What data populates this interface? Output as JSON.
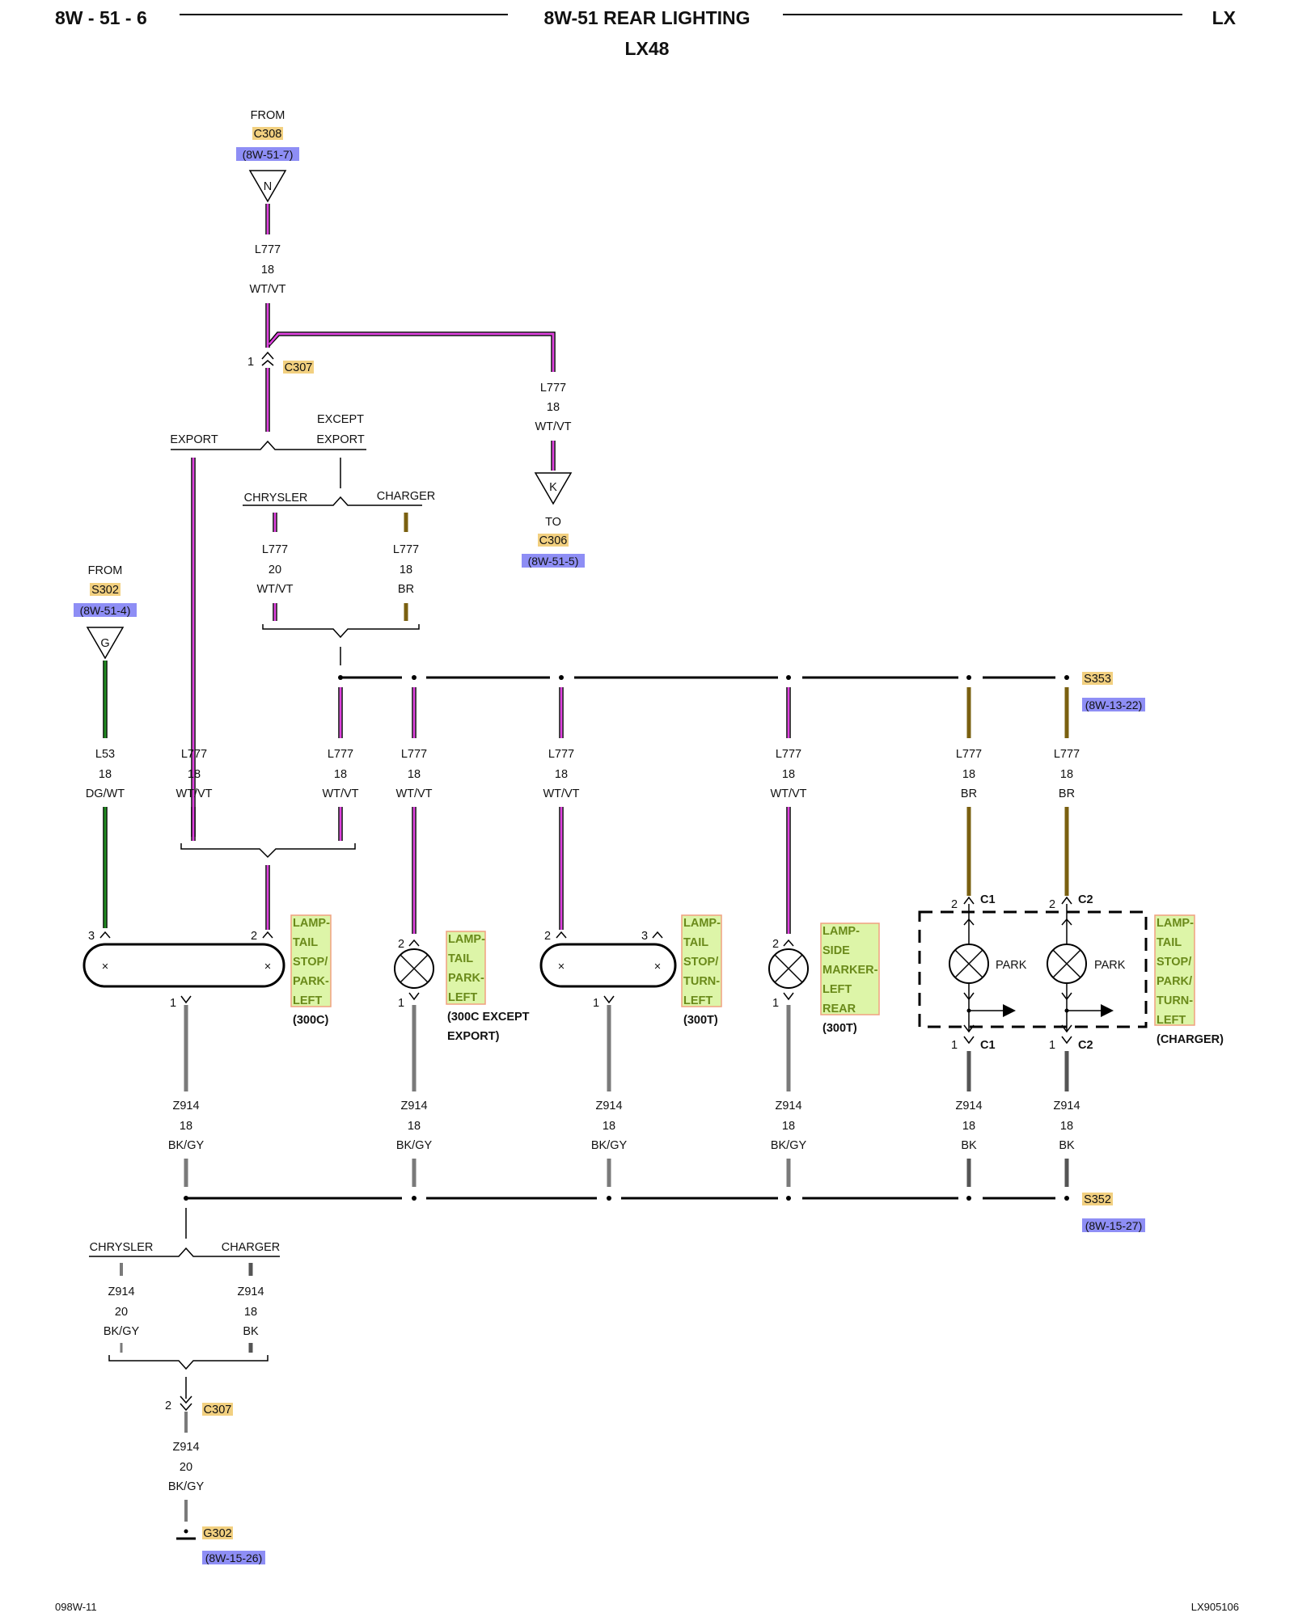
{
  "header": {
    "page_code": "8W - 51 - 6",
    "title": "8W-51 REAR LIGHTING",
    "subtitle": "LX48",
    "model": "LX"
  },
  "footer": {
    "left": "098W-11",
    "right": "LX905106"
  },
  "colors": {
    "wt_vt": "#e040e0",
    "br": "#7a6010",
    "dg_wt": "#228b22",
    "bk_gy": "#7a7a7a",
    "connector_highlight": "#f2d080",
    "ref_highlight": "#8e8ef5",
    "component_box": "#ddf5a8",
    "component_border": "#f0a080"
  },
  "labels": {
    "from": "FROM",
    "to": "TO",
    "export": "EXPORT",
    "except": "EXCEPT",
    "chrysler": "CHRYSLER",
    "charger": "CHARGER",
    "park": "PARK"
  },
  "connectors": {
    "c308": "C308",
    "c308_ref": "(8W-51-7)",
    "n": "N",
    "c307": "C307",
    "c307_pin1": "1",
    "c307_pin2": "2",
    "c306": "C306",
    "c306_ref": "(8W-51-5)",
    "k": "K",
    "s302": "S302",
    "s302_ref": "(8W-51-4)",
    "g": "G",
    "s353": "S353",
    "s353_ref": "(8W-13-22)",
    "s352": "S352",
    "s352_ref": "(8W-15-27)",
    "g302": "G302",
    "g302_ref": "(8W-15-26)",
    "c1": "C1",
    "c2": "C2"
  },
  "wires": {
    "l777": "L777",
    "l53": "L53",
    "z914": "Z914",
    "g18": "18",
    "g20": "20",
    "wt_vt": "WT/VT",
    "br": "BR",
    "dg_wt": "DG/WT",
    "bk_gy": "BK/GY",
    "bk": "BK"
  },
  "pins": {
    "p1": "1",
    "p2": "2",
    "p3": "3"
  },
  "components": {
    "tail_stop_park": [
      "LAMP-",
      "TAIL",
      "STOP/",
      "PARK-",
      "LEFT"
    ],
    "tail_stop_park_note": "(300C)",
    "tail_park": [
      "LAMP-",
      "TAIL",
      "PARK-",
      "LEFT"
    ],
    "tail_park_note": [
      "(300C EXCEPT",
      "EXPORT)"
    ],
    "tail_stop_turn": [
      "LAMP-",
      "TAIL",
      "STOP/",
      "TURN-",
      "LEFT"
    ],
    "tail_stop_turn_note": "(300T)",
    "side_marker": [
      "LAMP-",
      "SIDE",
      "MARKER-",
      "LEFT",
      "REAR"
    ],
    "side_marker_note": "(300T)",
    "charger_lamp": [
      "LAMP-",
      "TAIL",
      "STOP/",
      "PARK/",
      "TURN-",
      "LEFT"
    ],
    "charger_note": "(CHARGER)"
  }
}
